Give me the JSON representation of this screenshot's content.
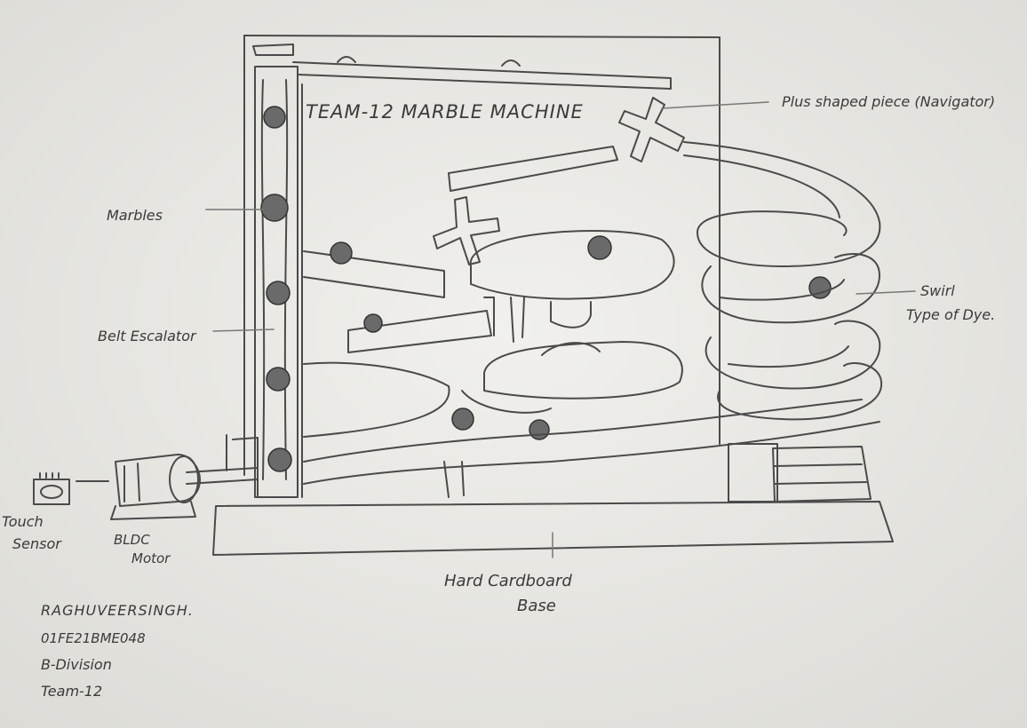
{
  "diagram": {
    "title": "TEAM-12 MARBLE MACHINE",
    "labels": {
      "navigator": "Plus shaped piece (Navigator)",
      "marbles": "Marbles",
      "belt": "Belt Escalator",
      "swirl_line1": "Swirl",
      "swirl_line2": "Type of Dye.",
      "touch_line1": "Touch",
      "touch_line2": "Sensor",
      "motor_line1": "BLDC",
      "motor_line2": "Motor",
      "base_line1": "Hard Cardboard",
      "base_line2": "Base"
    },
    "author": {
      "name": "RAGHUVEERSINGH.",
      "id": "01FE21BME048",
      "division": "B-Division",
      "team": "Team-12"
    },
    "colors": {
      "paper": "#e9e8e4",
      "pencil": "#4a4a4a",
      "marble": "#6a6a6a"
    }
  }
}
